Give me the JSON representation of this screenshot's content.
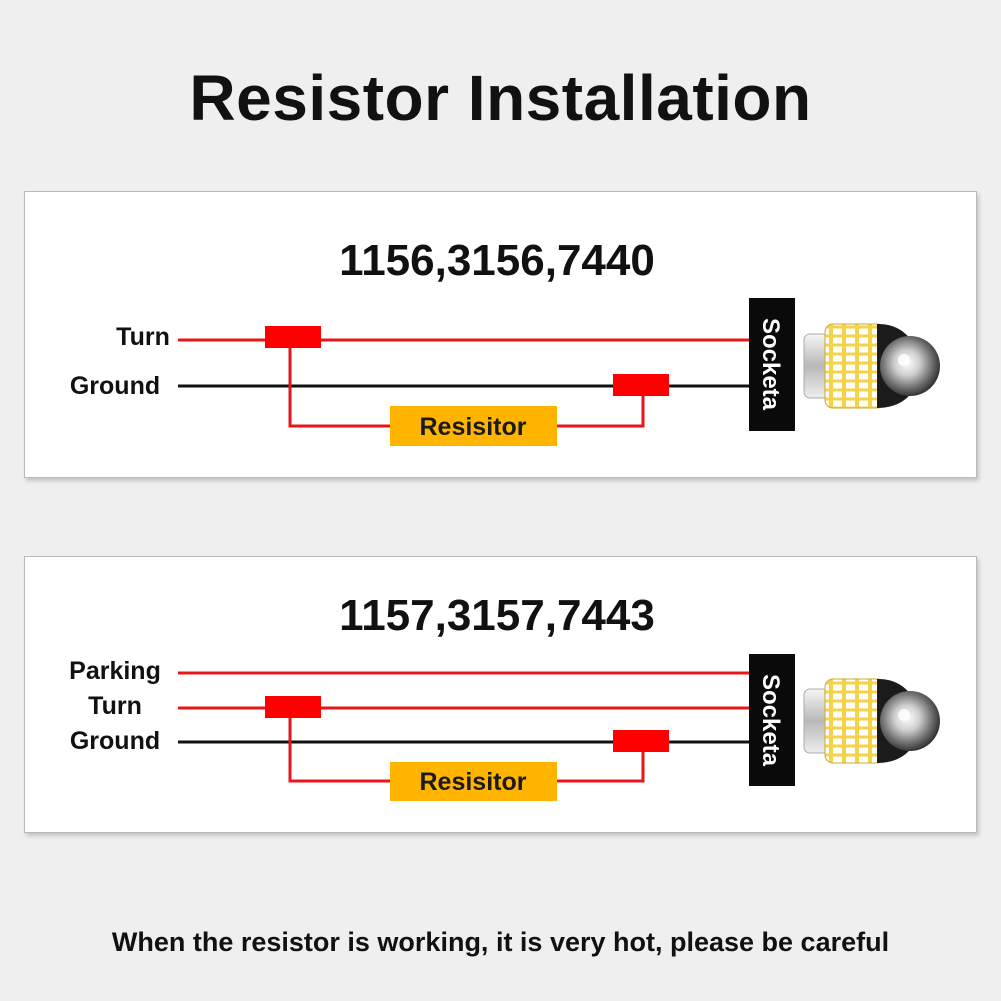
{
  "title": "Resistor Installation",
  "diagrams": [
    {
      "heading": "1156,3156,7440",
      "wire_labels": [
        "Turn",
        "Ground"
      ],
      "resistor_label": "Resisitor",
      "socket_label": "Socketa"
    },
    {
      "heading": "1157,3157,7443",
      "wire_labels": [
        "Parking",
        "Turn",
        "Ground"
      ],
      "resistor_label": "Resisitor",
      "socket_label": "Socketa"
    }
  ],
  "footer_note": "When the resistor is working, it is very hot, please be careful",
  "colors": {
    "background": "#efefef",
    "red_wire": "#e8161b",
    "ground_wire": "#111111",
    "connector": "#ff0000",
    "resistor_fill": "#ffb400",
    "socket": "#0a0a0a",
    "socket_text": "#ffffff"
  },
  "icons": [
    "led-bulb-icon"
  ]
}
